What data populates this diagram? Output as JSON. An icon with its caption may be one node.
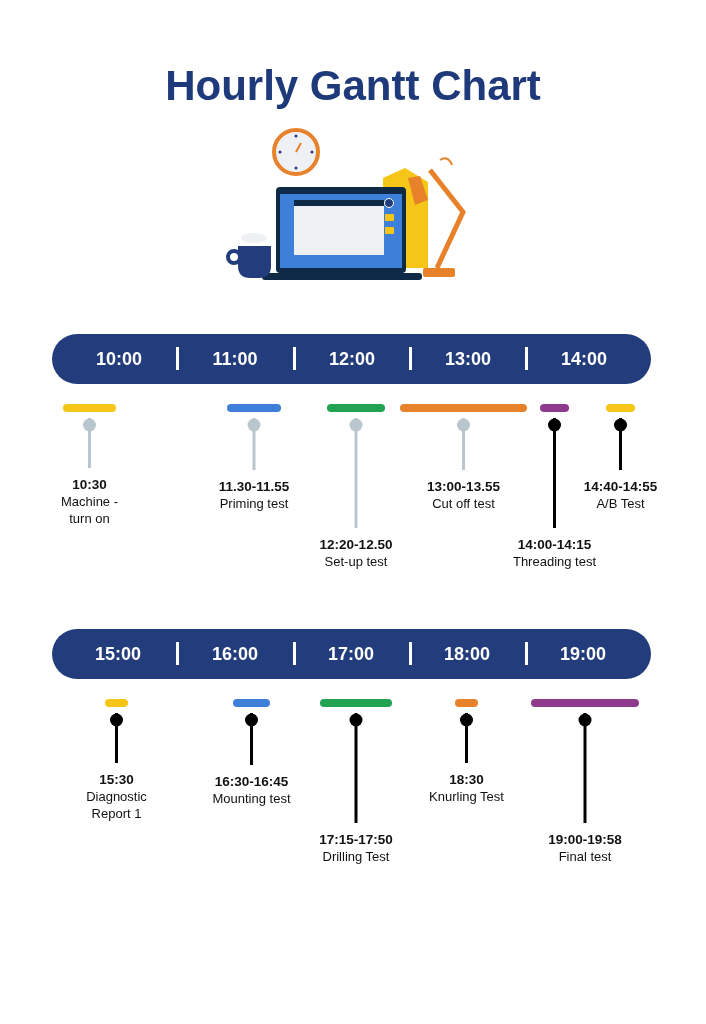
{
  "diagram": {
    "title": "Hourly Gantt Chart",
    "nodes": [
      {
        "text": [
          "10:00",
          "11:00",
          "12:00",
          "13:00",
          "14:00"
        ]
      },
      {
        "text": [],
        "shape": "bar"
      },
      {
        "text": [
          "10:30",
          "Machine - turn on"
        ]
      },
      {
        "text": [],
        "shape": "bar"
      },
      {
        "text": [
          "11.30-11.55",
          "Priming test"
        ]
      },
      {
        "text": [],
        "shape": "bar"
      },
      {
        "text": [
          "12:20-12.50",
          "Set-up test"
        ]
      },
      {
        "text": [],
        "shape": "bar"
      },
      {
        "text": [
          "13:00-13.55",
          "Cut off test"
        ]
      },
      {
        "text": [],
        "shape": "bar"
      },
      {
        "text": [
          "14:00-14:15",
          "Threading test"
        ]
      },
      {
        "text": [],
        "shape": "bar"
      },
      {
        "text": [
          "14:40-14:55",
          "A/B Test"
        ]
      },
      {
        "text": [
          "15:00",
          "16:00",
          "17:00",
          "18:00",
          "19:00"
        ]
      },
      {
        "text": [],
        "shape": "bar"
      },
      {
        "text": [
          "15:30",
          "Diagnostic Report 1"
        ]
      },
      {
        "text": [],
        "shape": "bar"
      },
      {
        "text": [
          "16:30-16:45",
          "Mounting test"
        ]
      },
      {
        "text": [],
        "shape": "bar"
      },
      {
        "text": [
          "17:15-17:50",
          "Drilling Test"
        ]
      },
      {
        "text": [],
        "shape": "bar"
      },
      {
        "text": [
          "18:30",
          "Knurling Test"
        ]
      },
      {
        "text": [],
        "shape": "bar"
      },
      {
        "text": [
          "19:00-19:58",
          "Final test"
        ]
      }
    ],
    "edges": [
      {
        "from": 2,
        "to": 1,
        "arrow": "other",
        "color": "#b9c6cd"
      },
      {
        "from": 4,
        "to": 3,
        "arrow": "other",
        "color": "#b9c6cd"
      },
      {
        "from": 6,
        "to": 5,
        "arrow": "other",
        "color": "#b9c6cd"
      },
      {
        "from": 8,
        "to": 7,
        "arrow": "other",
        "color": "#b9c6cd"
      },
      {
        "from": 10,
        "to": 9,
        "arrow": "other"
      },
      {
        "from": 12,
        "to": 11,
        "arrow": "other"
      },
      {
        "from": 15,
        "to": 14,
        "arrow": "other"
      },
      {
        "from": 17,
        "to": 16,
        "arrow": "other"
      },
      {
        "from": 19,
        "to": 18,
        "arrow": "other"
      },
      {
        "from": 21,
        "to": 20,
        "arrow": "other"
      },
      {
        "from": 23,
        "to": 22,
        "arrow": "other"
      }
    ]
  }
}
